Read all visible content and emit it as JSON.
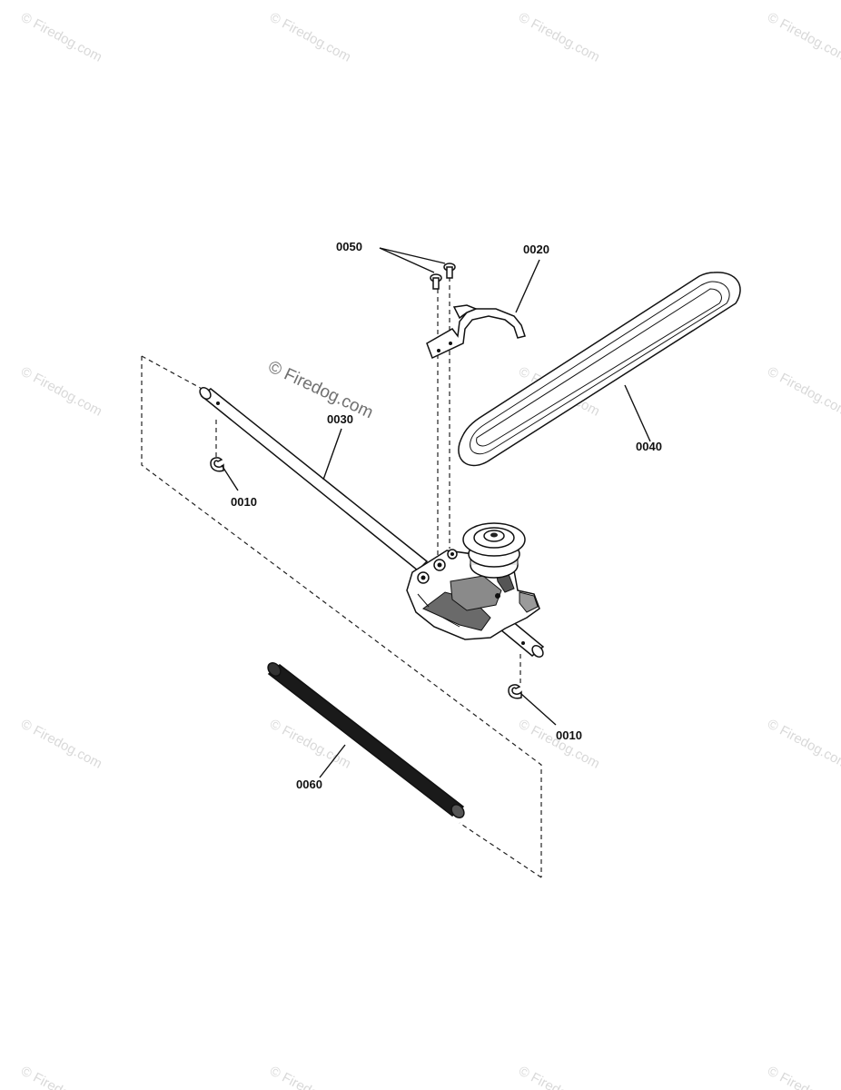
{
  "watermark": {
    "text": "© Firedog.com"
  },
  "center_watermark": {
    "text": "© Firedog.com"
  },
  "labels": {
    "clip_left": "0010",
    "clip_right": "0010",
    "bracket": "0020",
    "shaft": "0030",
    "belt": "0040",
    "bolts": "0050",
    "tube": "0060"
  }
}
